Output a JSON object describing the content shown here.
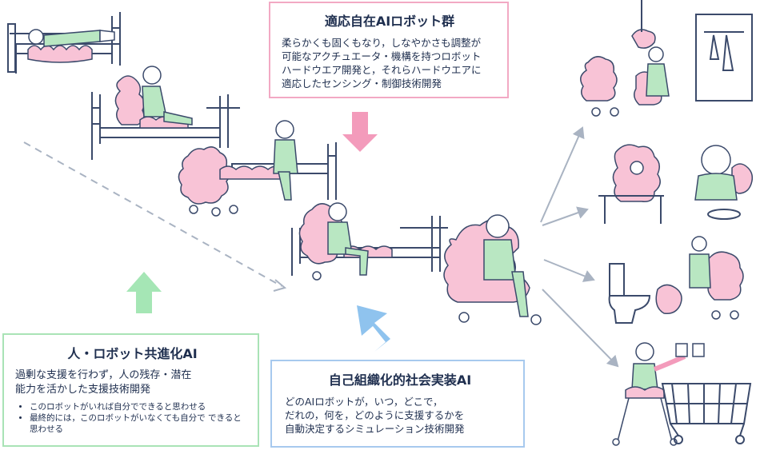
{
  "boxes": {
    "top": {
      "title": "適応自在AIロボット群",
      "lines": [
        "柔らかくも固くもなり，しなやかさも調整が",
        "可能なアクチュエータ・機構を持つロボット",
        "ハードウエア開発と，それらハードウエアに",
        "適応したセンシング・制御技術開発"
      ]
    },
    "left": {
      "title": "人・ロボット共進化AI",
      "lines": [
        "過剰な支援を行わず，人の残存・潜在",
        "能力を活かした支援技術開発"
      ],
      "bullets": [
        "このロボットがいれば自分でできると思わせる",
        "最終的には，このロボットがいなくても自分で できると思わせる"
      ]
    },
    "bottom": {
      "title": "自己組織化的社会実装AI",
      "lines": [
        "どのAIロボットが，いつ，どこで，",
        "だれの，何を，どのように支援するかを",
        "自動決定するシミュレーション技術開発"
      ]
    }
  },
  "colors": {
    "line": "#3b4a6b",
    "robot": "#f8c3d6",
    "clothes": "#b9e7c2",
    "pink_arrow": "#f39bbb",
    "green_arrow": "#a5e6b5",
    "blue_arrow": "#8fc3ee",
    "grey_arrow": "#a9b3c2"
  },
  "icons": [
    "bed-icon",
    "robot-icon",
    "person-icon",
    "wardrobe-icon",
    "toilet-icon",
    "shopping-cart-icon",
    "meal-icon"
  ]
}
